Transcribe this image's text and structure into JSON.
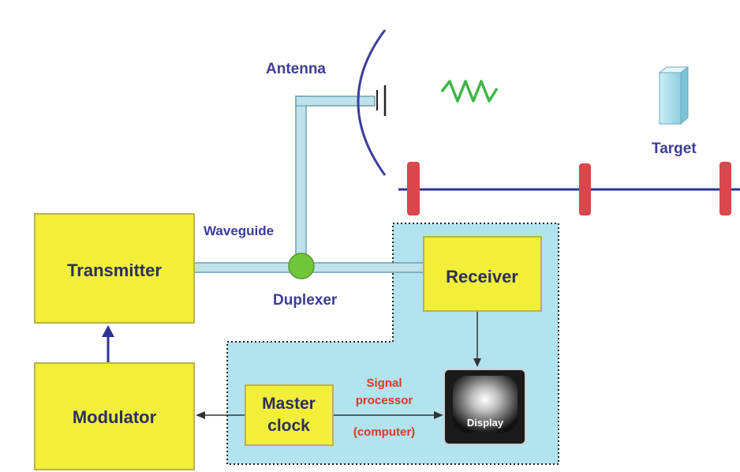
{
  "labels": {
    "antenna": "Antenna",
    "target": "Target",
    "waveguide": "Waveguide",
    "duplexer": "Duplexer",
    "transmitter": "Transmitter",
    "receiver": "Receiver",
    "modulator": "Modulator",
    "master_clock_line1": "Master",
    "master_clock_line2": "clock",
    "signal_processor_line1": "Signal",
    "signal_processor_line2": "processor",
    "signal_processor_line3": "(computer)",
    "display": "Display"
  },
  "colors": {
    "block_fill": "#f2ef3a",
    "block_stroke": "#b9b24a",
    "processor_region": "#b2e3ee",
    "waveguide": "#bfe2ea",
    "waveguide_edge": "#6d9fb0",
    "duplexer": "#72c63c",
    "antenna": "#3a3f9a",
    "wave": "#3cb846",
    "beam_line": "#2f3296",
    "pulse": "#d9464c",
    "target": "#9fd9e8",
    "label_blue": "#3c3c96",
    "label_red": "#d83a24"
  },
  "icons": {
    "wave": "sine-wave-icon",
    "target": "target-box-icon",
    "display": "crt-monitor-icon"
  }
}
